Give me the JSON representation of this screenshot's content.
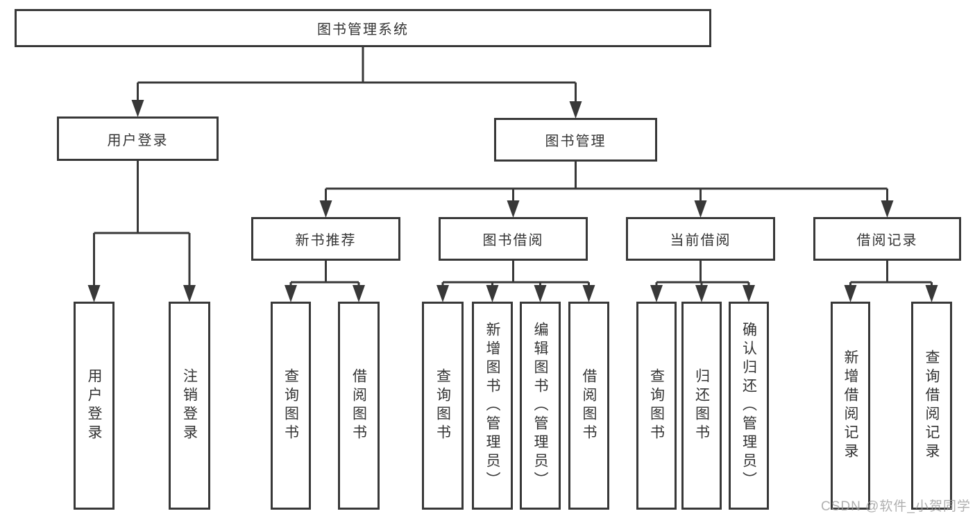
{
  "style": {
    "line_color": "#383838",
    "text_color": "#333333",
    "box_fill": "#ffffff",
    "background": "#ffffff",
    "watermark_color": "#9c9c9c"
  },
  "watermark": {
    "text": "CSDN @软件_小贺同学"
  },
  "diagram": {
    "type": "hierarchy",
    "root": {
      "label": "图书管理系统"
    },
    "level2": [
      {
        "label": "用户登录"
      },
      {
        "label": "图书管理"
      }
    ],
    "level3": [
      {
        "label": "新书推荐",
        "parent": "图书管理"
      },
      {
        "label": "图书借阅",
        "parent": "图书管理"
      },
      {
        "label": "当前借阅",
        "parent": "图书管理"
      },
      {
        "label": "借阅记录",
        "parent": "图书管理"
      }
    ],
    "leaves": [
      {
        "label": "用户登录",
        "parent": "用户登录"
      },
      {
        "label": "注销登录",
        "parent": "用户登录"
      },
      {
        "label": "查询图书",
        "parent": "新书推荐"
      },
      {
        "label": "借阅图书",
        "parent": "新书推荐"
      },
      {
        "label": "查询图书",
        "parent": "图书借阅"
      },
      {
        "label": "新增图书（管理员）",
        "parent": "图书借阅"
      },
      {
        "label": "编辑图书（管理员）",
        "parent": "图书借阅"
      },
      {
        "label": "借阅图书",
        "parent": "图书借阅"
      },
      {
        "label": "查询图书",
        "parent": "当前借阅"
      },
      {
        "label": "归还图书",
        "parent": "当前借阅"
      },
      {
        "label": "确认归还（管理员）",
        "parent": "当前借阅"
      },
      {
        "label": "新增借阅记录",
        "parent": "借阅记录"
      },
      {
        "label": "查询借阅记录",
        "parent": "借阅记录"
      }
    ]
  }
}
